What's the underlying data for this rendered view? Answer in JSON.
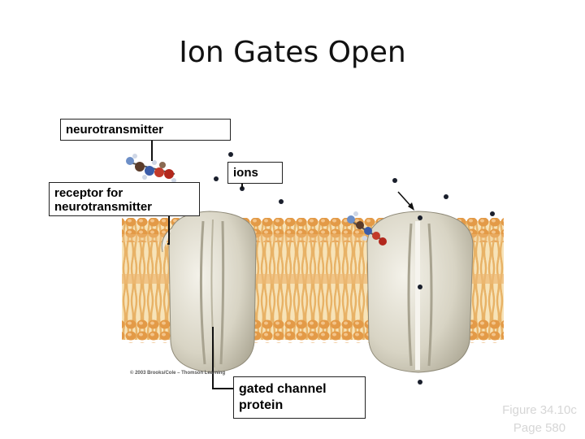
{
  "title": "Ion Gates Open",
  "labels": {
    "neurotransmitter": "neurotransmitter",
    "receptor": "receptor for neurotransmitter",
    "ions": "ions",
    "gated_channel": "gated channel protein"
  },
  "figure_ref": {
    "line1": "Figure 34.10c",
    "line2": "Page 580"
  },
  "copyright": "© 2003 Brooks/Cole – Thomson Learning",
  "colors": {
    "membrane_head": "#e6a04e",
    "membrane_tail": "#f2cf91",
    "protein": "#d9d6c8",
    "ion": "#1a1f2c"
  }
}
